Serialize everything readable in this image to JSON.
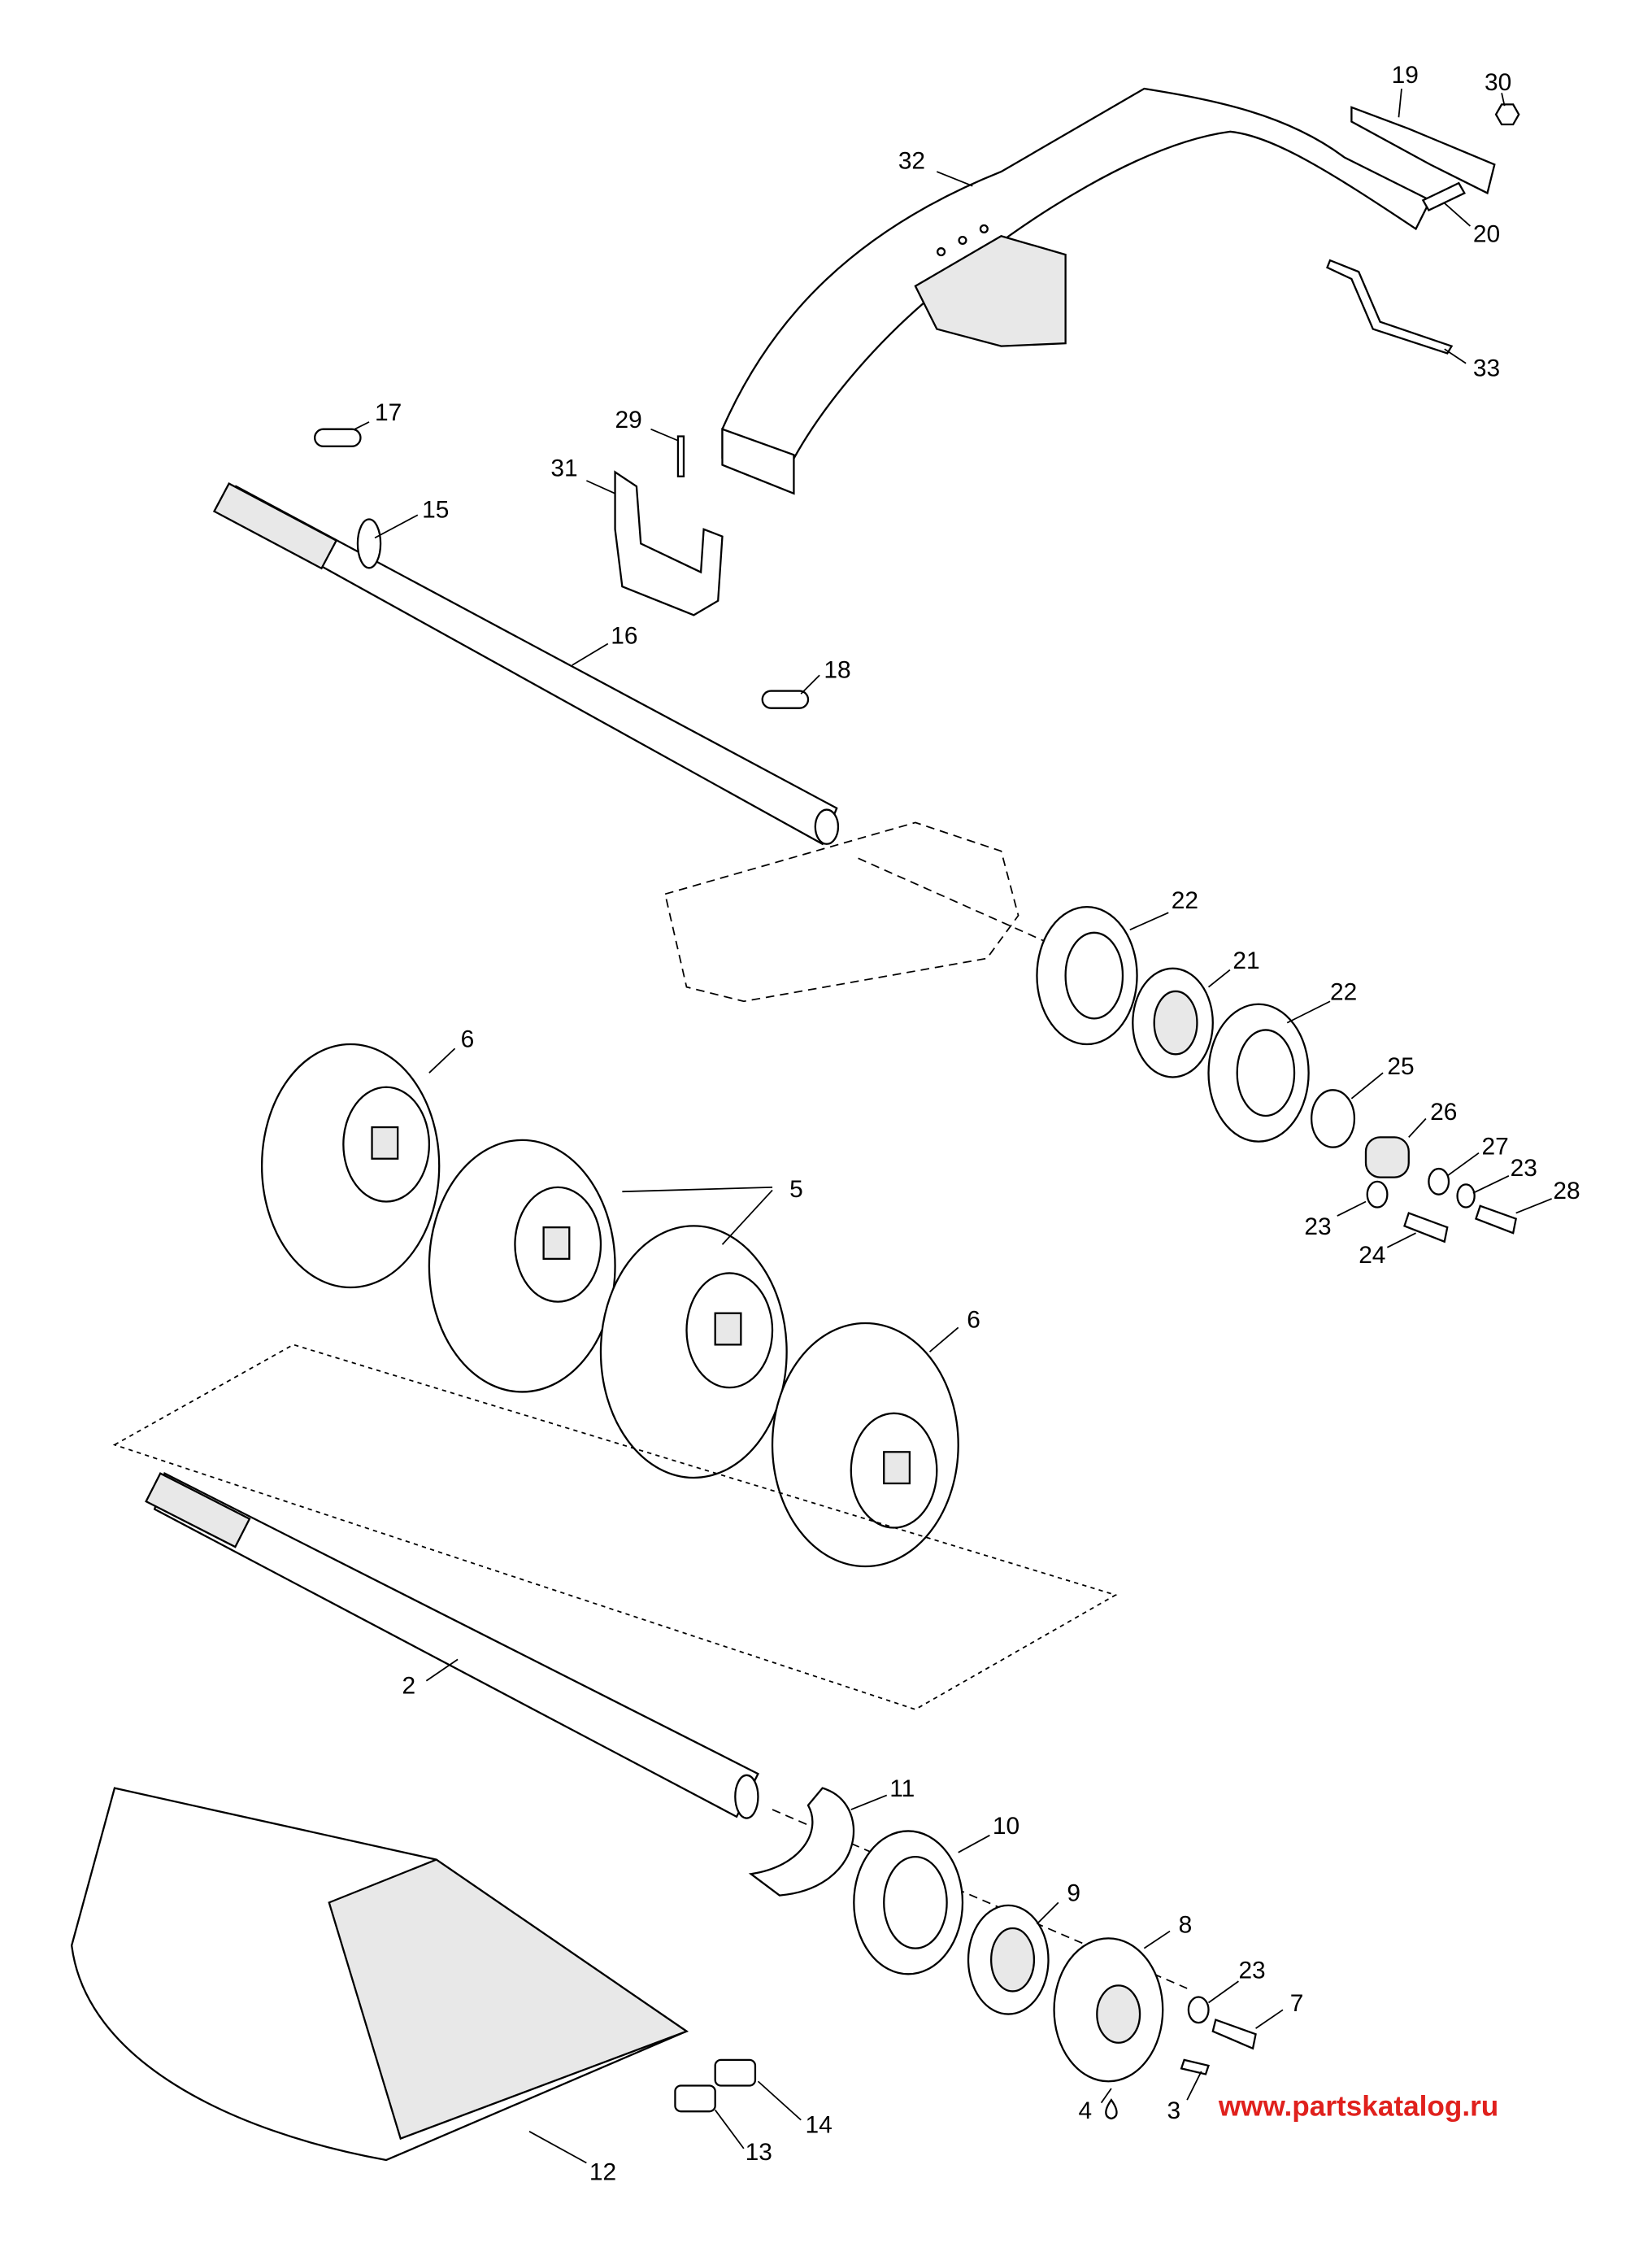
{
  "labels": [
    "19",
    "30",
    "32",
    "20",
    "33",
    "17",
    "29",
    "31",
    "15",
    "16",
    "18",
    "22",
    "21",
    "22",
    "25",
    "26",
    "27",
    "23",
    "28",
    "23",
    "24",
    "6",
    "5",
    "6",
    "2",
    "11",
    "10",
    "9",
    "8",
    "23",
    "7",
    "4",
    "3",
    "14",
    "13",
    "12"
  ],
  "watermark": "www.partskatalog.ru",
  "colors": {
    "watermark": "#e0211d",
    "line": "#000000"
  }
}
